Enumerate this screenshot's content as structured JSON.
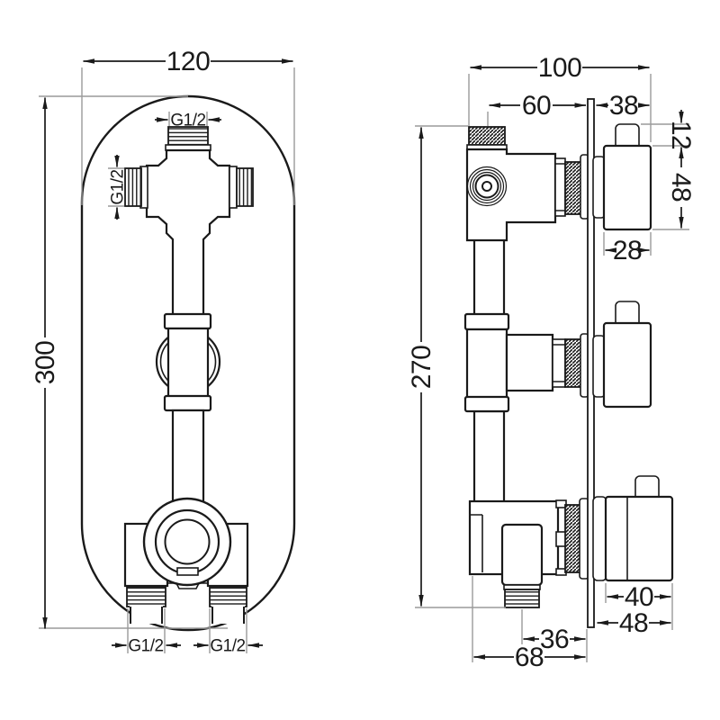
{
  "front_view": {
    "width": "120",
    "height": "300",
    "top_thread": "G1/2",
    "left_thread": "G1/2",
    "bottom_left_thread": "G1/2",
    "bottom_right_thread": "G1/2"
  },
  "side_view": {
    "total_depth": "100",
    "axis_to_wall": "60",
    "top_handle_depth": "38",
    "stem_height": "12",
    "top_handle_height": "48",
    "top_handle_width": "28",
    "height": "270",
    "bottom_handle_width": "40",
    "bottom_handle_depth": "48",
    "outlet_offset": "36",
    "body_depth": "68"
  },
  "colors": {
    "line": "#1a1a1a",
    "extension": "#9a9a9a",
    "background": "#ffffff"
  }
}
